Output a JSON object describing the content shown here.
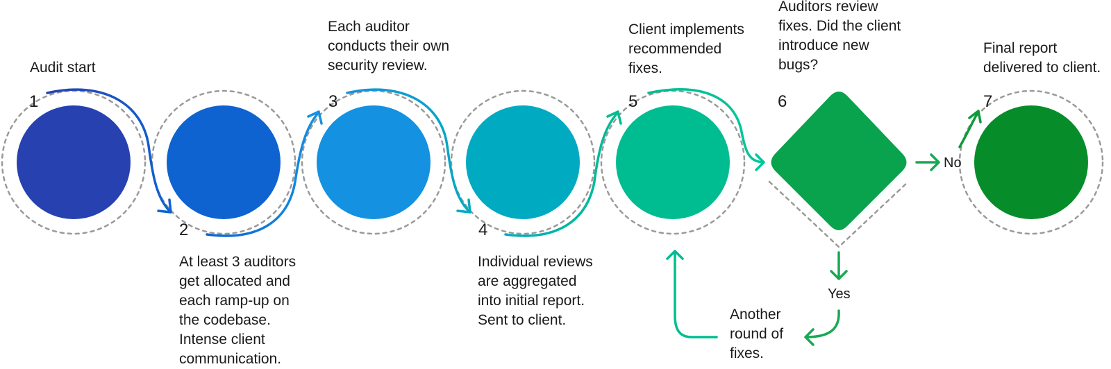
{
  "steps": [
    {
      "number": "1",
      "lines": [
        "Audit start"
      ],
      "color": "#2741b0"
    },
    {
      "number": "2",
      "lines": [
        "At least 3 auditors",
        "get allocated and",
        "each ramp-up on",
        "the codebase.",
        "Intense client",
        "communication."
      ],
      "color": "#0e63d1"
    },
    {
      "number": "3",
      "lines": [
        "Each auditor",
        "conducts their own",
        "security review."
      ],
      "color": "#1491e0"
    },
    {
      "number": "4",
      "lines": [
        "Individual reviews",
        "are aggregated",
        "into initial report.",
        "Sent to client."
      ],
      "color": "#00abc1"
    },
    {
      "number": "5",
      "lines": [
        "Client implements",
        "recommended",
        "fixes."
      ],
      "color": "#00bd91"
    },
    {
      "number": "6",
      "lines": [
        "Auditors review",
        "fixes. Did the client",
        "introduce new",
        "bugs?"
      ],
      "color": "#08a34c"
    },
    {
      "number": "7",
      "lines": [
        "Final report",
        "delivered to client."
      ],
      "color": "#078c2a"
    }
  ],
  "branches": {
    "no_label": "No",
    "yes_label": "Yes",
    "loop_lines": [
      "Another",
      "round of",
      "fixes."
    ]
  }
}
